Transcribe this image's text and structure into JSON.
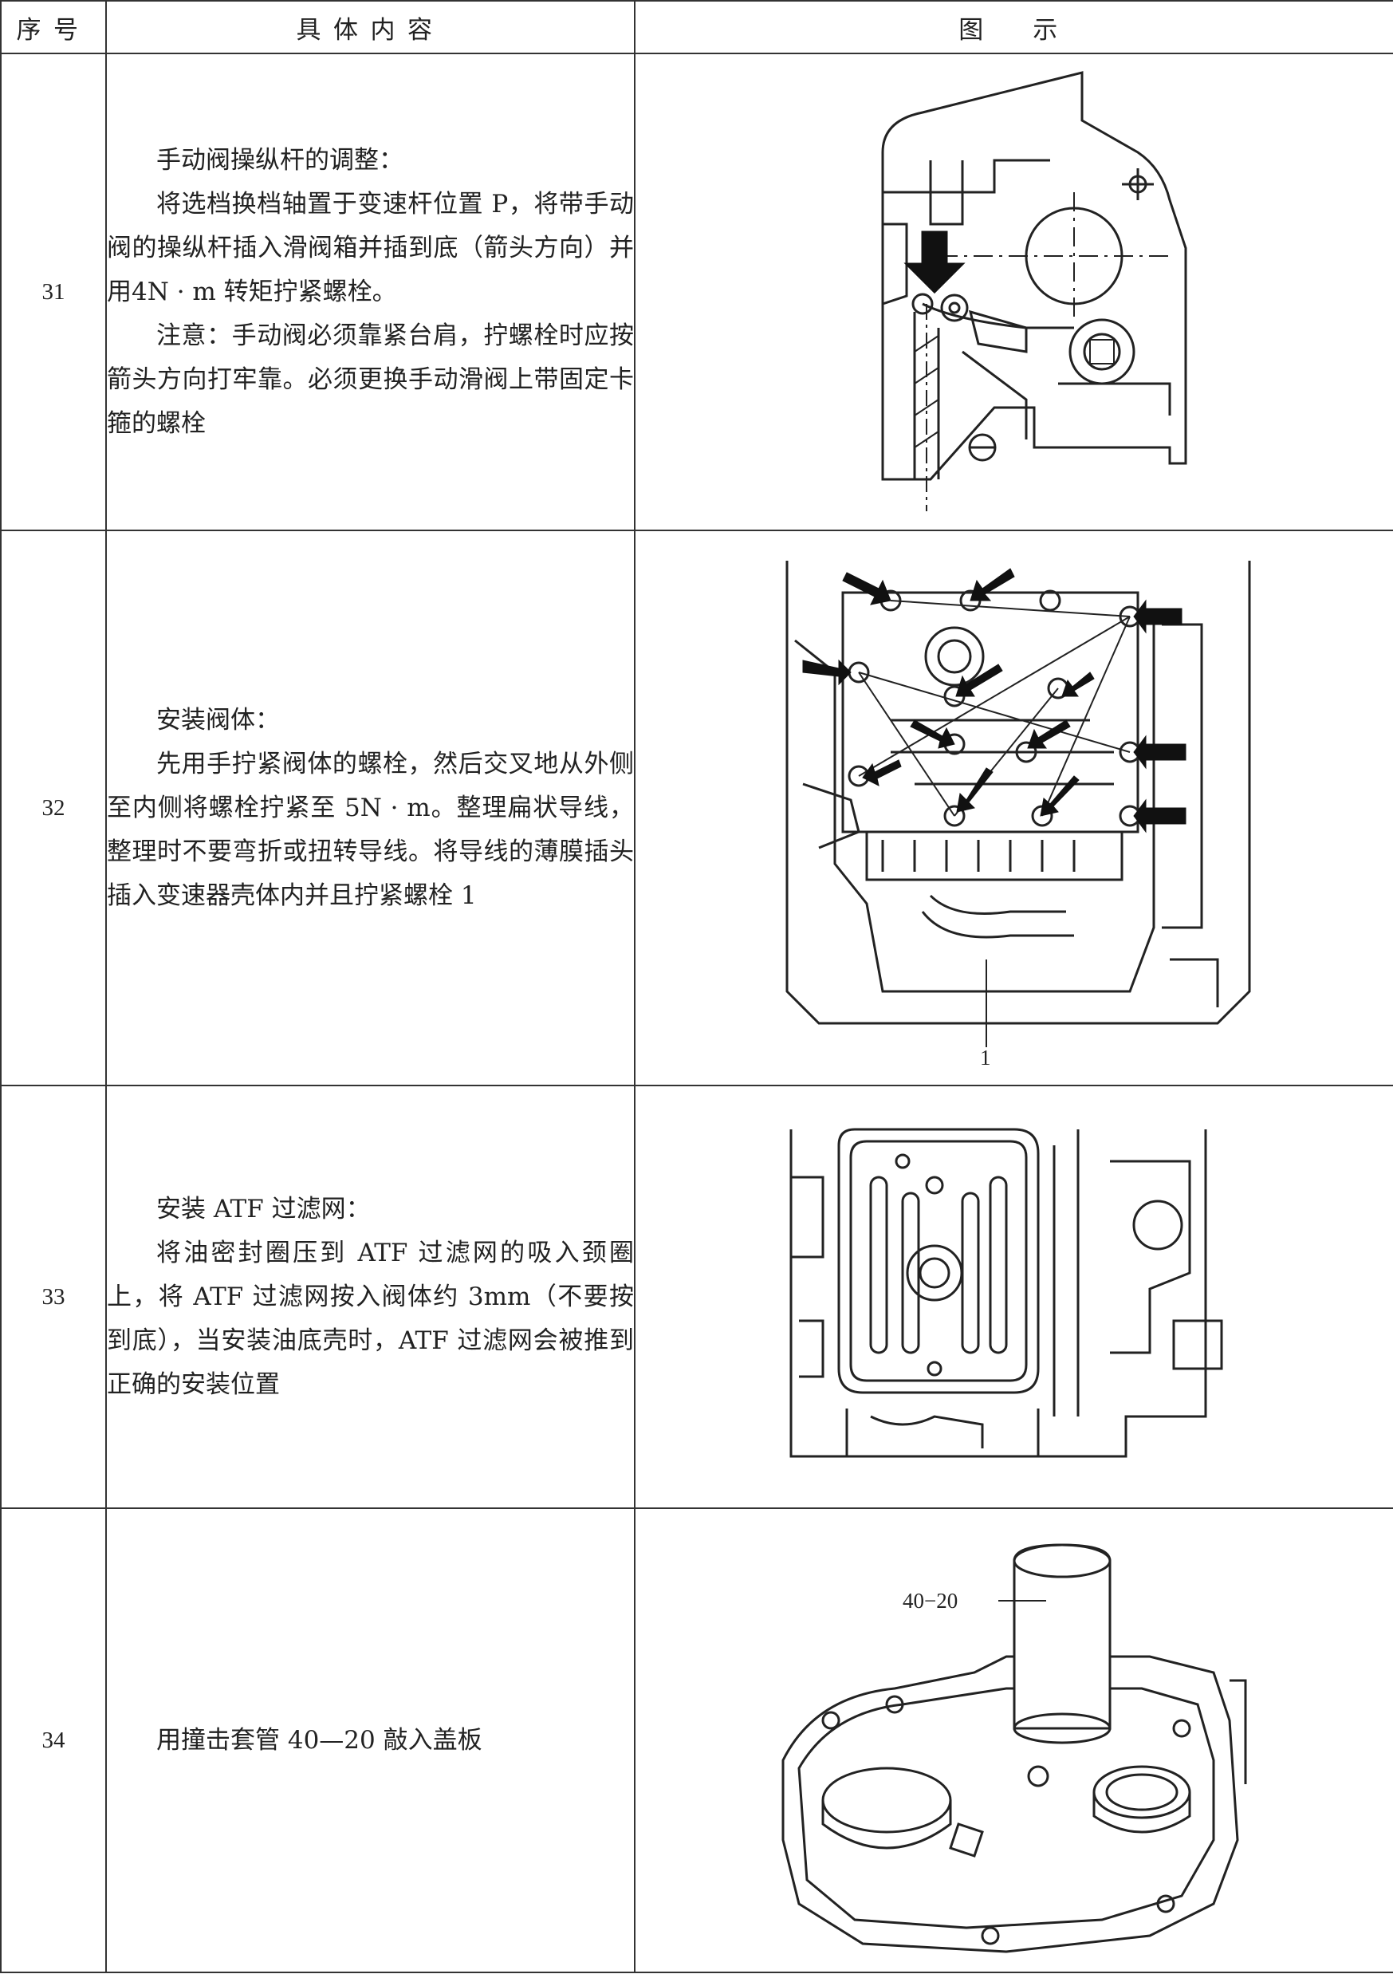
{
  "header": {
    "col1": "序号",
    "col2": "具体内容",
    "col3": "图　示"
  },
  "rows": [
    {
      "number": "31",
      "paragraphs": [
        "手动阀操纵杆的调整：",
        "将选档换档轴置于变速杆位置 P，将带手动阀的操纵杆插入滑阀箱并插到底（箭头方向）并用4N · m 转矩拧紧螺栓。",
        "注意：手动阀必须靠紧台肩，拧螺栓时应按箭头方向打牢靠。必须更换手动滑阀上带固定卡箍的螺栓"
      ],
      "figure_icon": "manual-valve-lever-drawing"
    },
    {
      "number": "32",
      "paragraphs": [
        "安装阀体：",
        "先用手拧紧阀体的螺栓，然后交叉地从外侧至内侧将螺栓拧紧至 5N · m。整理扁状导线，整理时不要弯折或扭转导线。将导线的薄膜插头插入变速器壳体内并且拧紧螺栓 1"
      ],
      "figure_icon": "valve-body-bolts-drawing",
      "figure_label": "1"
    },
    {
      "number": "33",
      "paragraphs": [
        "安装 ATF 过滤网：",
        "将油密封圈压到 ATF 过滤网的吸入颈圈上，将 ATF 过滤网按入阀体约 3mm（不要按到底），当安装油底壳时，ATF 过滤网会被推到正确的安装位置"
      ],
      "figure_icon": "atf-filter-drawing"
    },
    {
      "number": "34",
      "paragraphs": [
        "用撞击套管 40—20 敲入盖板"
      ],
      "figure_icon": "drift-sleeve-drawing",
      "figure_label": "40−20"
    }
  ]
}
